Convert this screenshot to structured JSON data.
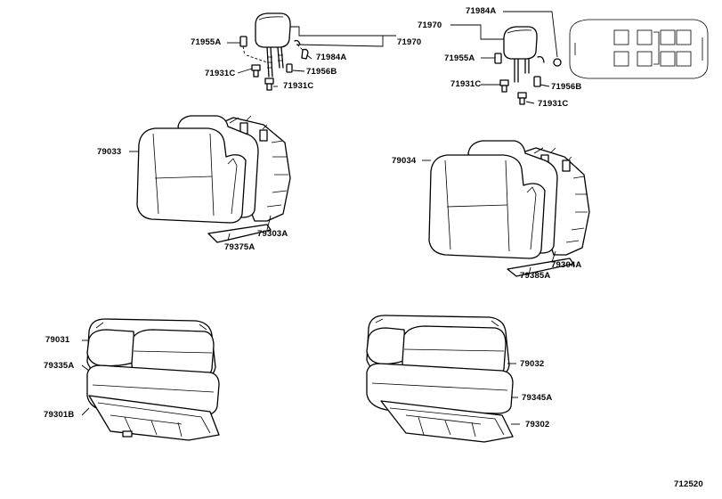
{
  "diagram": {
    "labels": [
      {
        "id": "l71984a_r",
        "text": "71984A"
      },
      {
        "id": "l71970_r",
        "text": "71970"
      },
      {
        "id": "l71955a_l",
        "text": "71955A"
      },
      {
        "id": "l71970_l",
        "text": "71970"
      },
      {
        "id": "l71984a_l",
        "text": "71984A"
      },
      {
        "id": "l71931c_l1",
        "text": "71931C"
      },
      {
        "id": "l71956b_l",
        "text": "71956B"
      },
      {
        "id": "l71931c_l2",
        "text": "71931C"
      },
      {
        "id": "l71955a_r",
        "text": "71955A"
      },
      {
        "id": "l71931c_r1",
        "text": "71931C"
      },
      {
        "id": "l71956b_r",
        "text": "71956B"
      },
      {
        "id": "l71931c_r2",
        "text": "71931C"
      },
      {
        "id": "l79033",
        "text": "79033"
      },
      {
        "id": "l79303a",
        "text": "79303A"
      },
      {
        "id": "l79375a",
        "text": "79375A"
      },
      {
        "id": "l79034",
        "text": "79034"
      },
      {
        "id": "l79304a",
        "text": "79304A"
      },
      {
        "id": "l79385a",
        "text": "79385A"
      },
      {
        "id": "l79031",
        "text": "79031"
      },
      {
        "id": "l79335a",
        "text": "79335A"
      },
      {
        "id": "l79301b",
        "text": "79301B"
      },
      {
        "id": "l79032",
        "text": "79032"
      },
      {
        "id": "l79345a",
        "text": "79345A"
      },
      {
        "id": "l79302",
        "text": "79302"
      }
    ],
    "figure_number": "712520"
  }
}
